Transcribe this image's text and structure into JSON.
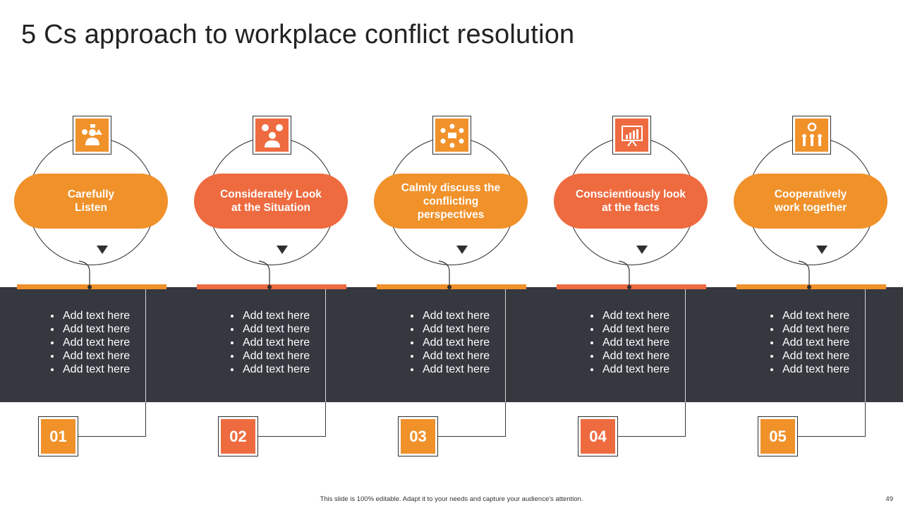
{
  "title": "5 Cs approach to workplace conflict resolution",
  "colors": {
    "orange": "#f0912a",
    "coral": "#ee6b40",
    "band": "#363840"
  },
  "steps": [
    {
      "label": "Carefully\nListen",
      "icon": "listener-with-speech-bubbles-icon",
      "color": "#f0912a",
      "number": "01",
      "bullets": [
        "Add text here",
        "Add text here",
        "Add text here",
        "Add text here",
        "Add text here"
      ]
    },
    {
      "label": "Considerately Look\nat the Situation",
      "icon": "person-with-emotion-bubbles-icon",
      "color": "#ee6b40",
      "number": "02",
      "bullets": [
        "Add text here",
        "Add text here",
        "Add text here",
        "Add text here",
        "Add text here"
      ]
    },
    {
      "label": "Calmly discuss the\nconflicting\nperspectives",
      "icon": "group-discussion-table-icon",
      "color": "#f0912a",
      "number": "03",
      "bullets": [
        "Add text here",
        "Add text here",
        "Add text here",
        "Add text here",
        "Add text here"
      ]
    },
    {
      "label": "Conscientiously look\nat the facts",
      "icon": "presentation-board-chart-icon",
      "color": "#ee6b40",
      "number": "04",
      "bullets": [
        "Add text here",
        "Add text here",
        "Add text here",
        "Add text here",
        "Add text here"
      ]
    },
    {
      "label": "Cooperatively\nwork together",
      "icon": "team-with-gears-icon",
      "color": "#f0912a",
      "number": "05",
      "bullets": [
        "Add text here",
        "Add text here",
        "Add text here",
        "Add text here",
        "Add text here"
      ]
    }
  ],
  "footer": "This slide is 100% editable. Adapt it to your needs and capture your audience's attention.",
  "page_number": "49"
}
